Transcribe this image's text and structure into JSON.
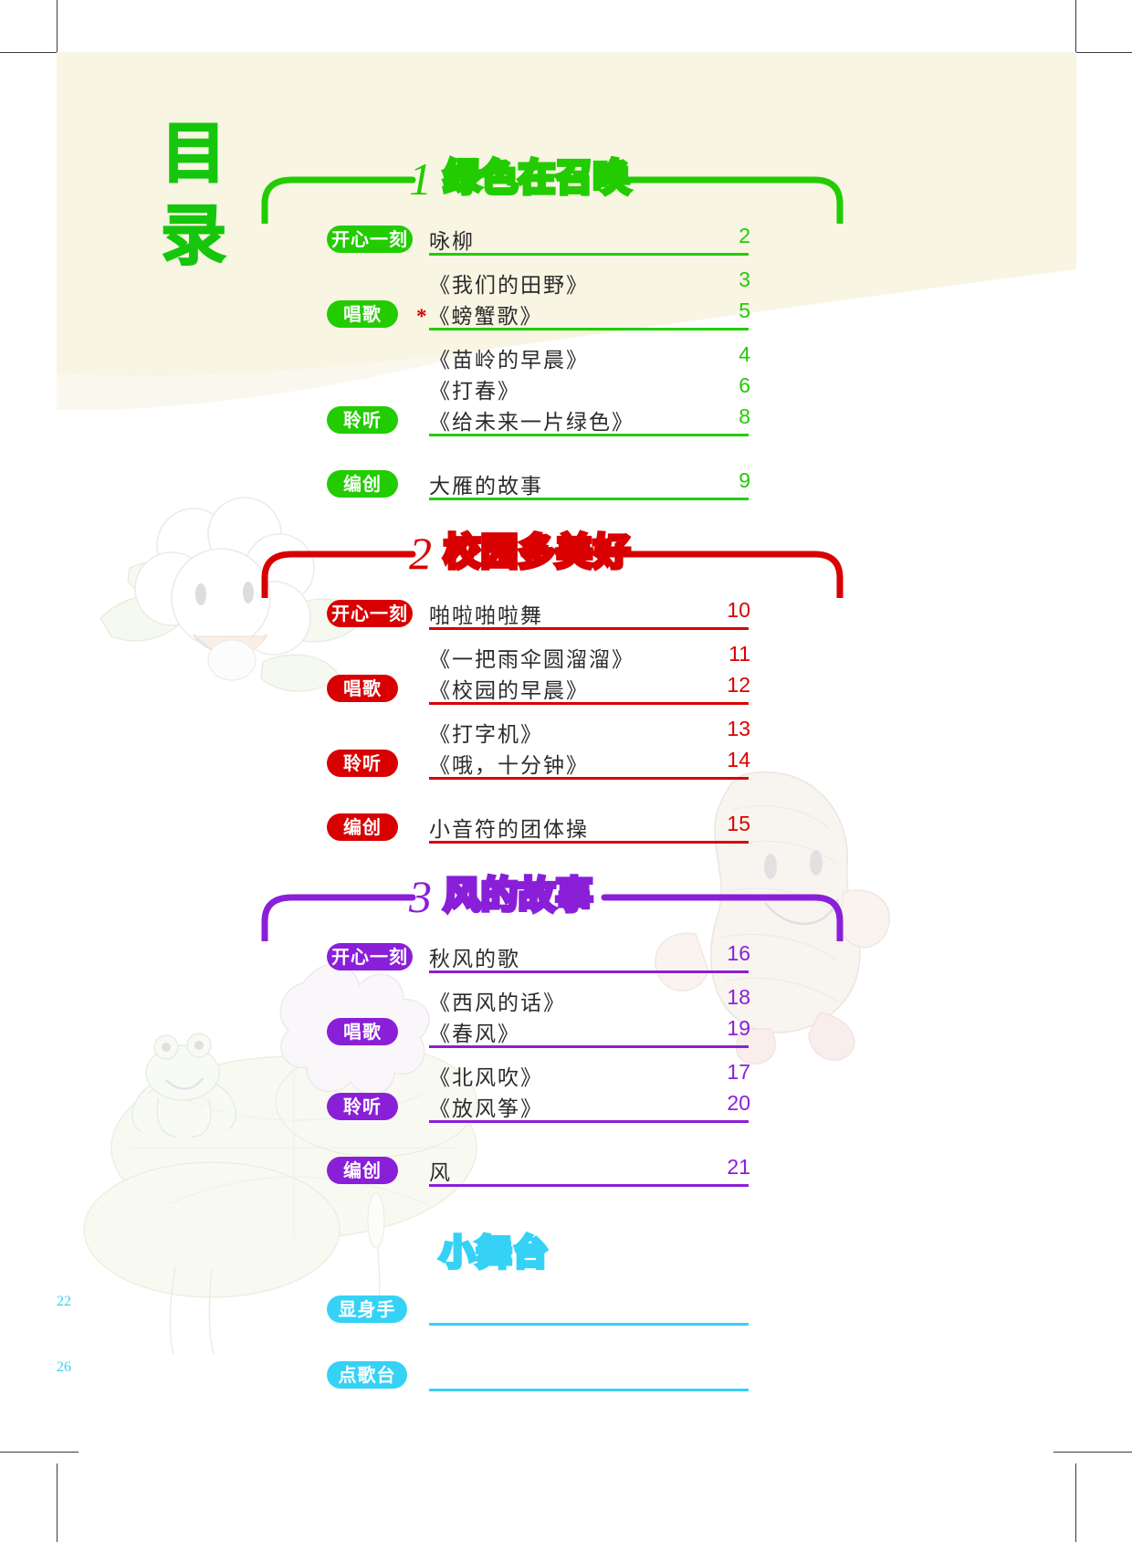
{
  "page": {
    "toc_title": "目录"
  },
  "colors": {
    "green": "#22cc00",
    "red": "#d80000",
    "purple": "#8a1fd8",
    "cyan": "#35d2f5",
    "cream": "#f8f5e3",
    "text": "#2b2b2b",
    "star": "#d40000"
  },
  "sections": [
    {
      "number": "1",
      "title": "绿色在召唤",
      "color": "#22cc00",
      "groups": [
        {
          "pill": "开心一刻",
          "pill_width": 94,
          "rows": [
            {
              "title": "咏柳",
              "star": false,
              "page": "2"
            }
          ]
        },
        {
          "pill": "唱歌",
          "pill_width": 78,
          "rows": [
            {
              "title": "《我们的田野》",
              "star": false,
              "page": "3"
            },
            {
              "title": "《螃蟹歌》",
              "star": true,
              "page": "5"
            }
          ]
        },
        {
          "pill": "聆听",
          "pill_width": 78,
          "rows": [
            {
              "title": "《苗岭的早晨》",
              "star": false,
              "page": "4"
            },
            {
              "title": "《打春》",
              "star": false,
              "page": "6"
            },
            {
              "title": "《给未来一片绿色》",
              "star": false,
              "page": "8"
            }
          ]
        },
        {
          "pill": "编创",
          "pill_width": 78,
          "rows": [
            {
              "title": "大雁的故事",
              "star": false,
              "page": "9"
            }
          ]
        }
      ]
    },
    {
      "number": "2",
      "title": "校园多美好",
      "color": "#d80000",
      "groups": [
        {
          "pill": "开心一刻",
          "pill_width": 94,
          "rows": [
            {
              "title": "啪啦啪啦舞",
              "star": false,
              "page": "10"
            }
          ]
        },
        {
          "pill": "唱歌",
          "pill_width": 78,
          "rows": [
            {
              "title": "《一把雨伞圆溜溜》",
              "star": false,
              "page": "11"
            },
            {
              "title": "《校园的早晨》",
              "star": false,
              "page": "12"
            }
          ]
        },
        {
          "pill": "聆听",
          "pill_width": 78,
          "rows": [
            {
              "title": "《打字机》",
              "star": false,
              "page": "13"
            },
            {
              "title": "《哦，十分钟》",
              "star": false,
              "page": "14"
            }
          ]
        },
        {
          "pill": "编创",
          "pill_width": 78,
          "rows": [
            {
              "title": "小音符的团体操",
              "star": false,
              "page": "15"
            }
          ]
        }
      ]
    },
    {
      "number": "3",
      "title": "风的故事",
      "color": "#8a1fd8",
      "groups": [
        {
          "pill": "开心一刻",
          "pill_width": 94,
          "rows": [
            {
              "title": "秋风的歌",
              "star": false,
              "page": "16"
            }
          ]
        },
        {
          "pill": "唱歌",
          "pill_width": 78,
          "rows": [
            {
              "title": "《西风的话》",
              "star": false,
              "page": "18"
            },
            {
              "title": "《春风》",
              "star": false,
              "page": "19"
            }
          ]
        },
        {
          "pill": "聆听",
          "pill_width": 78,
          "rows": [
            {
              "title": "《北风吹》",
              "star": false,
              "page": "17"
            },
            {
              "title": "《放风筝》",
              "star": false,
              "page": "20"
            }
          ]
        },
        {
          "pill": "编创",
          "pill_width": 78,
          "rows": [
            {
              "title": "风",
              "star": false,
              "page": "21"
            }
          ]
        }
      ]
    }
  ],
  "stage": {
    "title": "小舞台",
    "color": "#35d2f5",
    "rows": [
      {
        "pill": "显身手",
        "pill_width": 88,
        "page": "22"
      },
      {
        "pill": "点歌台",
        "pill_width": 88,
        "page": "26"
      }
    ]
  }
}
